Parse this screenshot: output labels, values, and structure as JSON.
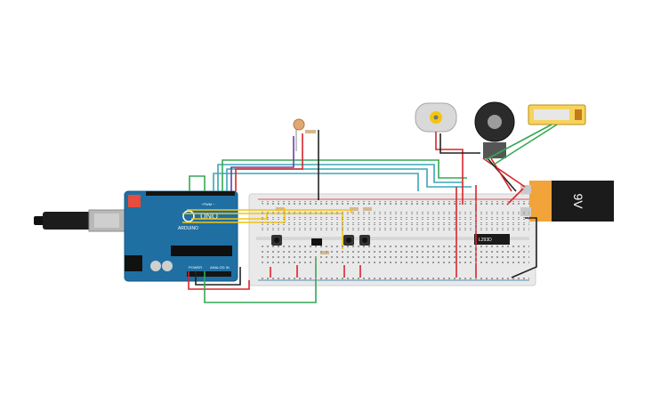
{
  "arduino": {
    "board_label": "UNO",
    "brand_label": "ARDUINO",
    "pwm_label": "~PWM ~",
    "power_label": "POWER",
    "analog_label": "ANALOG IN"
  },
  "battery": {
    "voltage_label": "9V"
  },
  "ic": {
    "chip_label": "L293D"
  },
  "colors": {
    "board_blue": "#1f6fa3",
    "breadboard": "#e9e9e9",
    "battery_orange": "#f2a33a",
    "battery_black": "#1b1b1b",
    "wire_red": "#d6262b",
    "wire_black": "#222222",
    "wire_yellow": "#f2c60f",
    "wire_green": "#35a853",
    "wire_cyan": "#3aa7b5",
    "wire_purple": "#6b3fa0",
    "lcd_yellow": "#f7d35a"
  }
}
